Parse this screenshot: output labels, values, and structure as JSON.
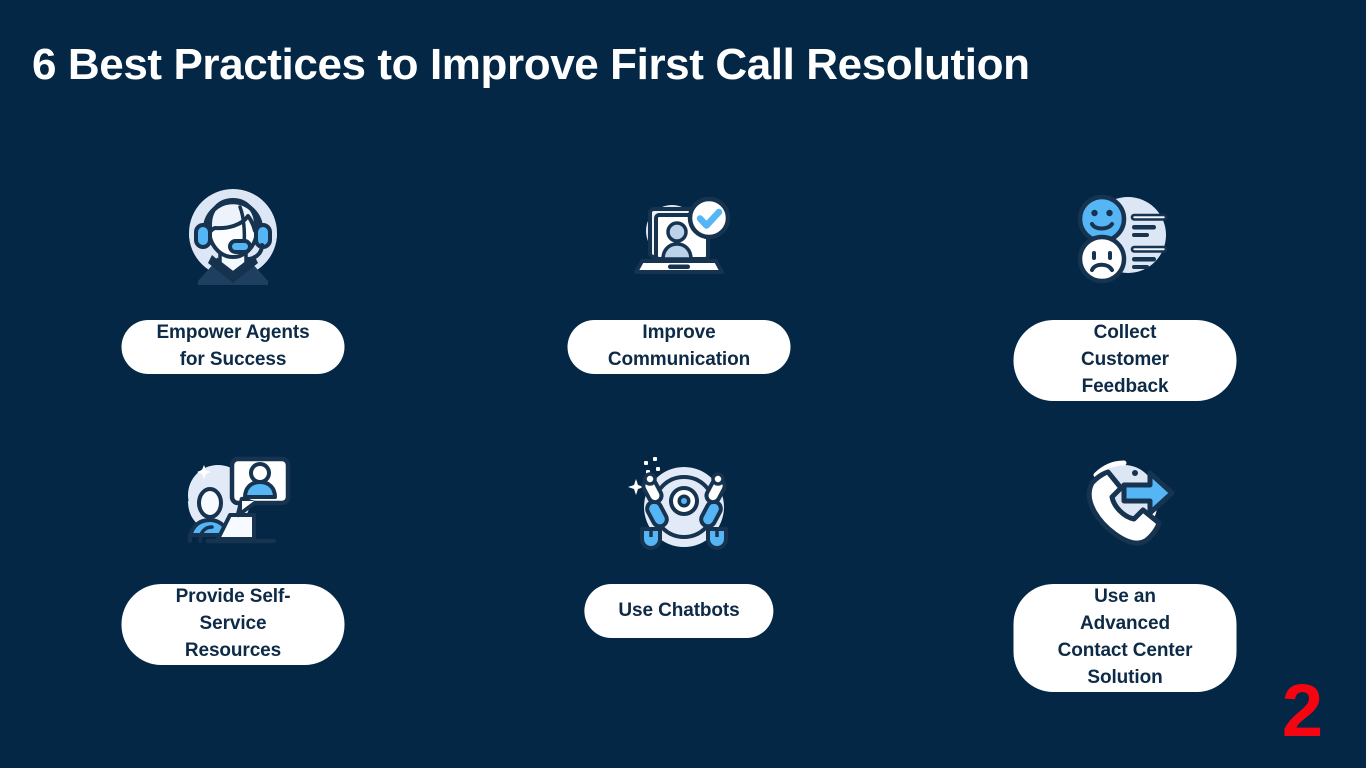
{
  "slide": {
    "background_color": "#042745",
    "title": "6 Best Practices to Improve First Call Resolution",
    "page_number": "2",
    "page_number_color": "#f50512",
    "accent_color": "#4fb2f2",
    "pill_background": "#ffffff",
    "pill_text_color": "#0d2a47"
  },
  "practices": [
    {
      "index": "1",
      "label": "Empower Agents for Success",
      "icon": "headset-agent-icon"
    },
    {
      "index": "2",
      "label": "Improve Communication",
      "icon": "laptop-video-check-icon"
    },
    {
      "index": "3",
      "label": "Collect Customer Feedback",
      "icon": "happy-sad-feedback-icon"
    },
    {
      "index": "4",
      "label": "Provide Self-Service Resources",
      "icon": "person-laptop-chat-icon"
    },
    {
      "index": "5",
      "label": "Use Chatbots",
      "icon": "robot-chatbot-icon"
    },
    {
      "index": "6",
      "label": "Use an Advanced\nContact Center Solution",
      "icon": "phone-forward-arrow-icon"
    }
  ]
}
